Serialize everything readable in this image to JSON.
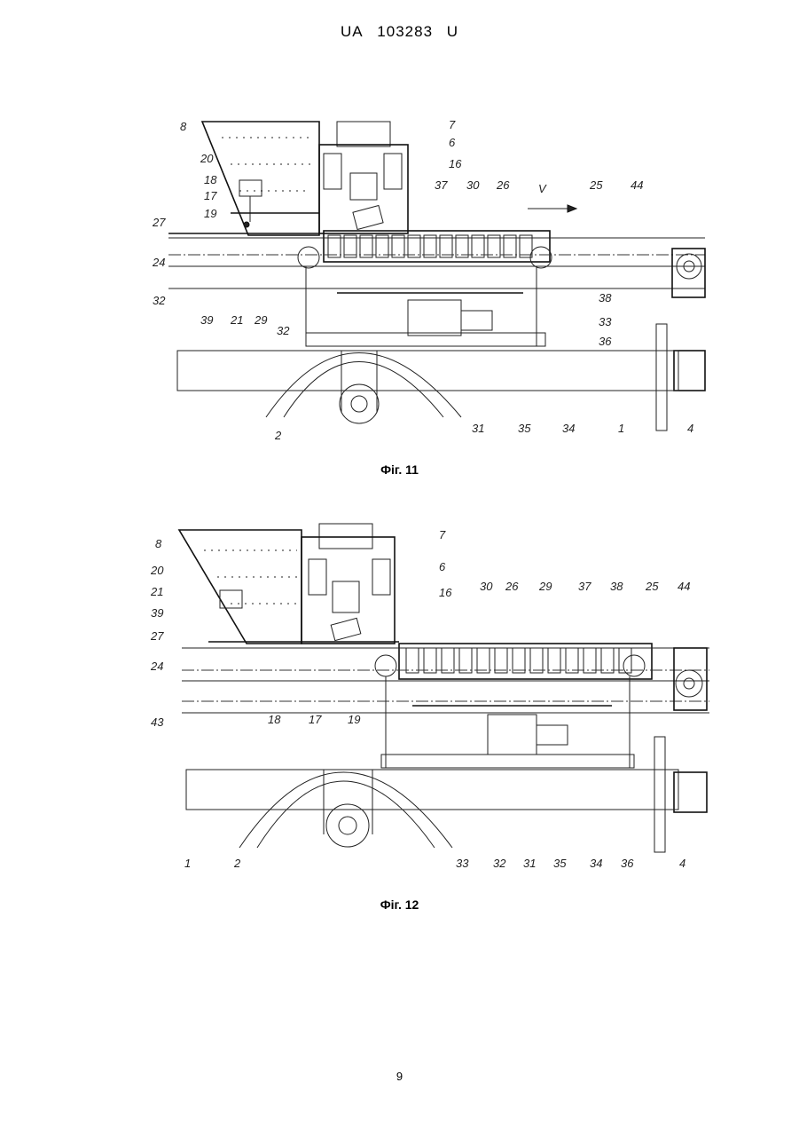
{
  "header": {
    "country": "UA",
    "number": "103283",
    "kind": "U"
  },
  "figure11": {
    "caption": "Фіг. 11",
    "speed_label": "V",
    "labels": [
      "8",
      "7",
      "6",
      "16",
      "20",
      "18",
      "17",
      "19",
      "37",
      "30",
      "26",
      "25",
      "44",
      "27",
      "24",
      "32",
      "39",
      "21",
      "29",
      "38",
      "33",
      "36",
      "32",
      "2",
      "31",
      "35",
      "34",
      "1",
      "4"
    ]
  },
  "figure12": {
    "caption": "Фіг. 12",
    "labels": [
      "8",
      "7",
      "6",
      "16",
      "20",
      "21",
      "39",
      "27",
      "24",
      "43",
      "18",
      "17",
      "19",
      "30",
      "26",
      "29",
      "37",
      "38",
      "25",
      "44",
      "1",
      "2",
      "33",
      "32",
      "31",
      "35",
      "34",
      "36",
      "4"
    ]
  },
  "page_number": "9"
}
